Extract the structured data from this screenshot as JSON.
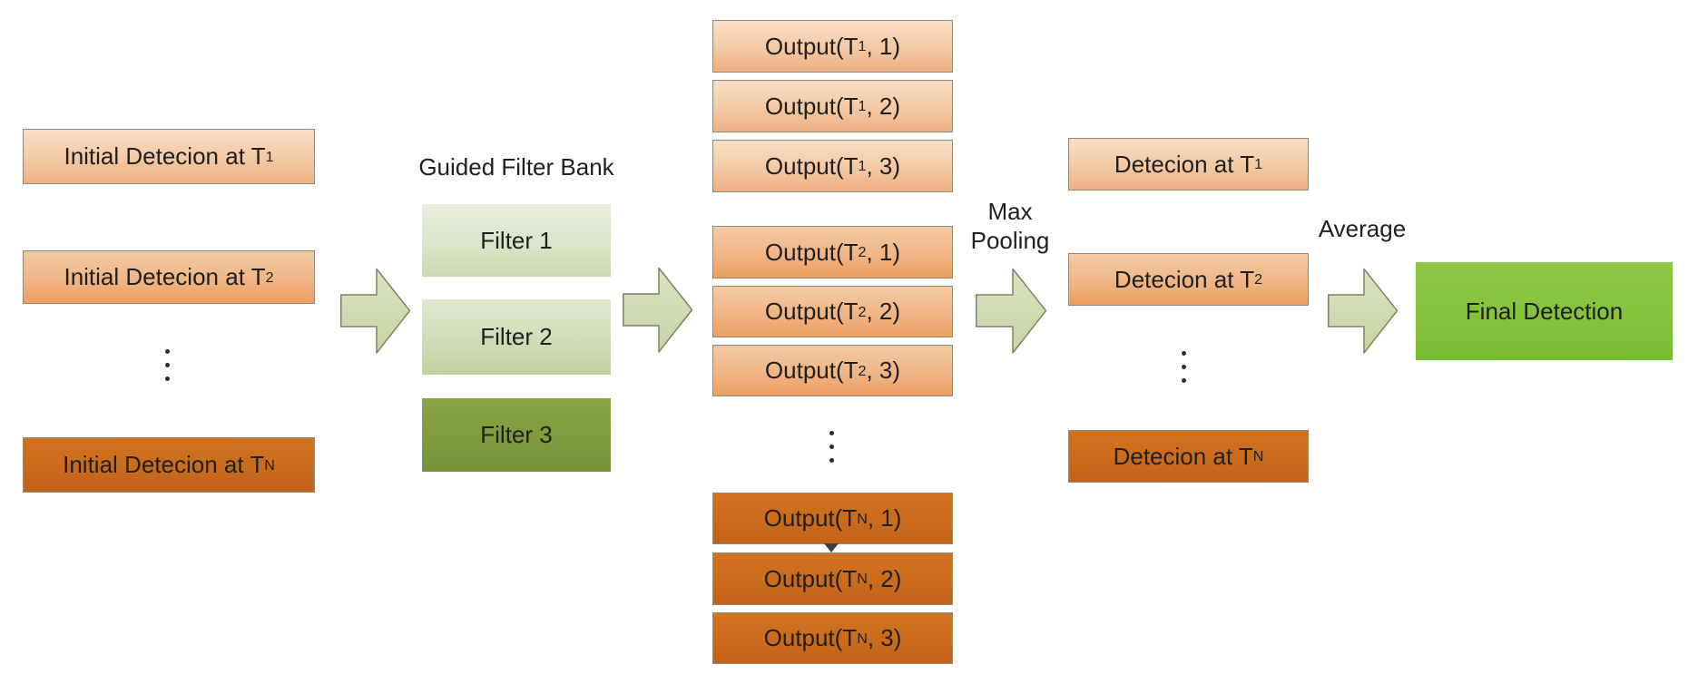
{
  "palette": {
    "peach_light": "#f3c9a4",
    "orange_medium": "#f0b586",
    "orange_dark": "#ca6b1d",
    "filter_green_light": "#dbe5c8",
    "filter_green_dark": "#7e9c3e",
    "arrow_fill": "#d3ddb5",
    "arrow_border": "#7b8465",
    "final_green": "#85c23a",
    "text": "#1f1f1f"
  },
  "initial_detections": [
    {
      "pre": "Initial Detecion at T",
      "sub": "1"
    },
    {
      "pre": "Initial Detecion at T",
      "sub": "2"
    },
    {
      "pre": "Initial Detecion at T",
      "sub": "N"
    }
  ],
  "filter_bank": {
    "title": "Guided Filter Bank",
    "filters": [
      {
        "label": "Filter 1"
      },
      {
        "label": "Filter 2"
      },
      {
        "label": "Filter 3"
      }
    ]
  },
  "outputs": [
    {
      "pre": "Output(T",
      "sub": "1",
      "post": ", 1)"
    },
    {
      "pre": "Output(T",
      "sub": "1",
      "post": ", 2)"
    },
    {
      "pre": "Output(T",
      "sub": "1",
      "post": ", 3)"
    },
    {
      "pre": "Output(T",
      "sub": "2",
      "post": ", 1)"
    },
    {
      "pre": "Output(T",
      "sub": "2",
      "post": ", 2)"
    },
    {
      "pre": "Output(T",
      "sub": "2",
      "post": ", 3)"
    },
    {
      "pre": "Output(T",
      "sub": "N",
      "post": ", 1)"
    },
    {
      "pre": "Output(T",
      "sub": "N",
      "post": ", 2)"
    },
    {
      "pre": "Output(T",
      "sub": "N",
      "post": ", 3)"
    }
  ],
  "labels": {
    "max_pooling_line1": "Max",
    "max_pooling_line2": "Pooling",
    "average": "Average"
  },
  "detections": [
    {
      "pre": "Detecion at T",
      "sub": "1"
    },
    {
      "pre": "Detecion at T",
      "sub": "2"
    },
    {
      "pre": "Detecion at T",
      "sub": "N"
    }
  ],
  "final": {
    "label": "Final Detection"
  }
}
